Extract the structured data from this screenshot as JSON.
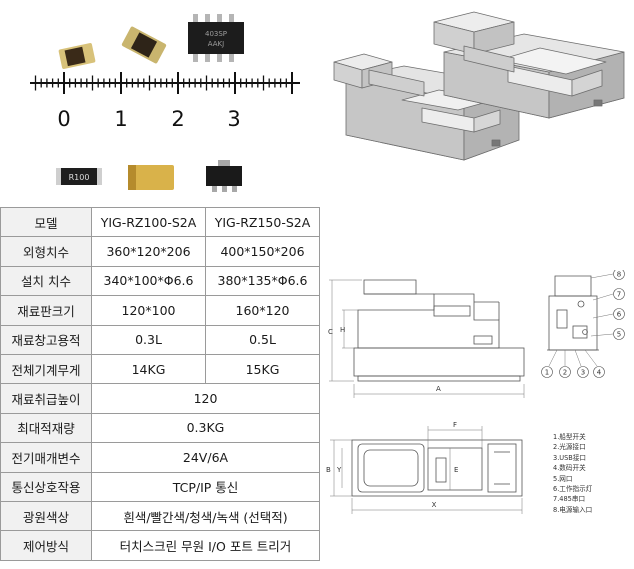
{
  "photo": {
    "ruler_numbers": [
      "0",
      "1",
      "2",
      "3"
    ],
    "chip_top_marks": [
      "403SP",
      "AAKJ"
    ],
    "chip_bottom_mark": "R100"
  },
  "table": {
    "header": {
      "label": "모델",
      "col1": "YIG-RZ100-S2A",
      "col2": "YIG-RZ150-S2A"
    },
    "rows": [
      {
        "label": "외형치수",
        "col1": "360*120*206",
        "col2": "400*150*206"
      },
      {
        "label": "설치 치수",
        "col1": "340*100*Φ6.6",
        "col2": "380*135*Φ6.6"
      },
      {
        "label": "재료판크기",
        "col1": "120*100",
        "col2": "160*120"
      },
      {
        "label": "재료창고용적",
        "col1": "0.3L",
        "col2": "0.5L"
      },
      {
        "label": "전체기계무게",
        "col1": "14KG",
        "col2": "15KG"
      }
    ],
    "merged_rows": [
      {
        "label": "재료취급높이",
        "value": "120"
      },
      {
        "label": "최대적재량",
        "value": "0.3KG"
      },
      {
        "label": "전기매개변수",
        "value": "24V/6A"
      },
      {
        "label": "통신상호작용",
        "value": "TCP/IP 통신"
      },
      {
        "label": "광원색상",
        "value": "흰색/빨간색/청색/녹색 (선택적)"
      },
      {
        "label": "제어방식",
        "value": "터치스크린 무원 I/O 포트 트리거"
      }
    ]
  },
  "drawing": {
    "dim_front": {
      "c": "C",
      "h": "H",
      "a": "A"
    },
    "dim_top": {
      "f": "F",
      "e": "E",
      "b": "B",
      "y": "Y",
      "x": "X"
    },
    "callouts_side": [
      "8",
      "7",
      "6",
      "5",
      "1",
      "2",
      "3",
      "4"
    ],
    "legend": [
      "1.船型开关",
      "2.光源接口",
      "3.USB接口",
      "4.数码开关",
      "5.网口",
      "6.工作指示灯",
      "7.485串口",
      "8.电源输入口"
    ]
  }
}
